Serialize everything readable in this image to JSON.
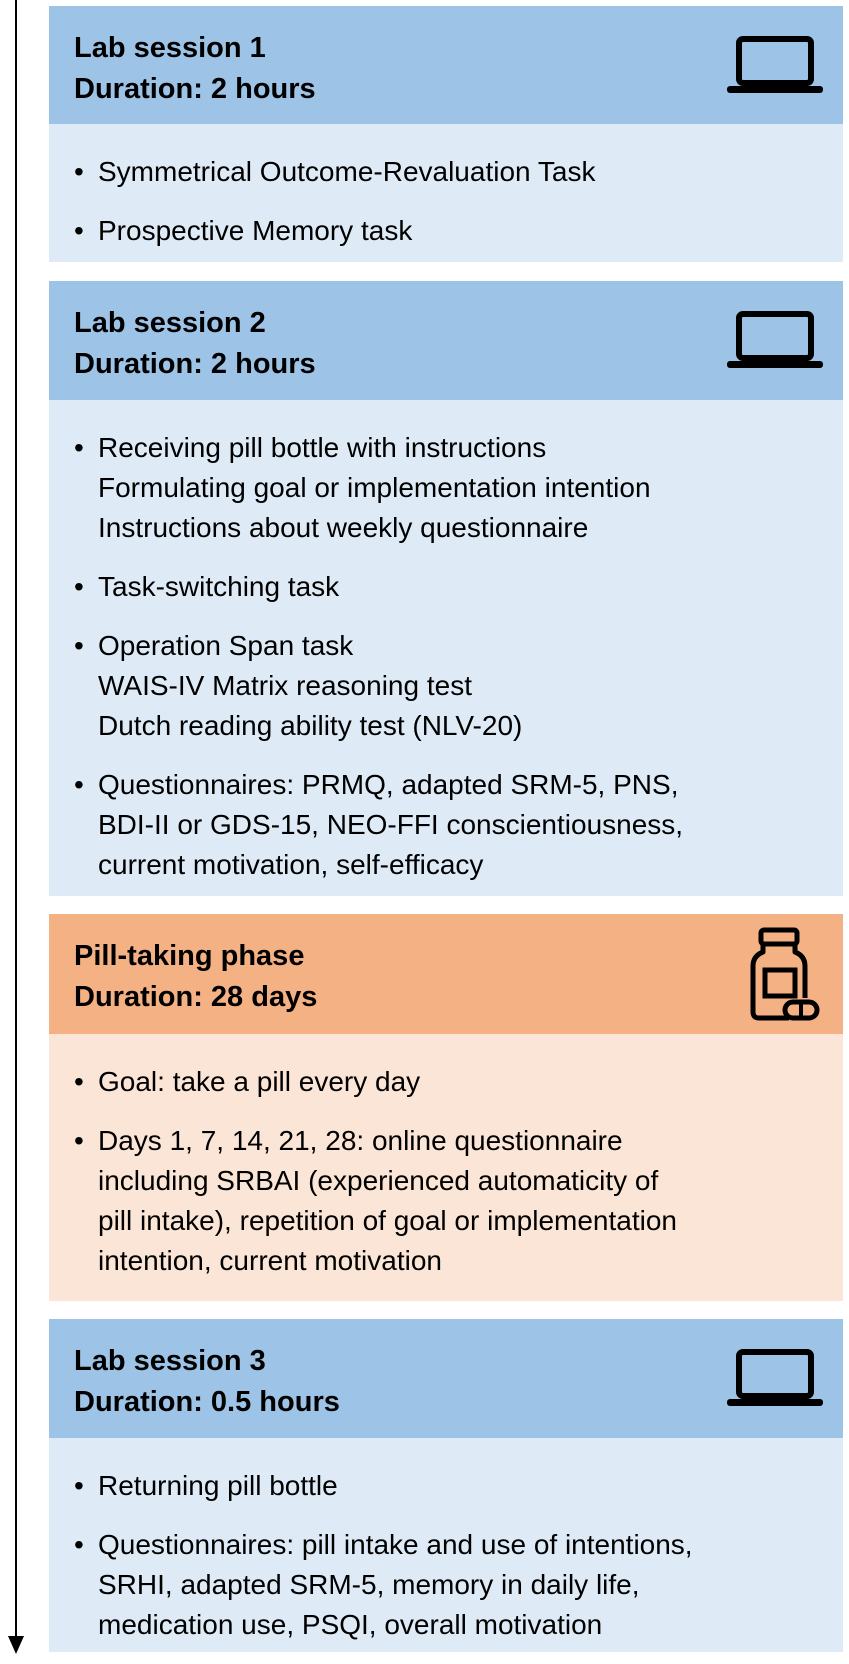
{
  "timeline": {
    "direction": "down",
    "icon": "arrow-down-icon"
  },
  "sections": [
    {
      "title": "Lab session 1",
      "duration": "Duration: 2 hours",
      "icon": "laptop-icon",
      "color": "#9dc3e6",
      "body_color": "#deebf7",
      "items": [
        {
          "lines": [
            "Symmetrical Outcome-Revaluation Task"
          ]
        },
        {
          "lines": [
            "Prospective Memory task"
          ]
        }
      ]
    },
    {
      "title": "Lab session 2",
      "duration": "Duration: 2 hours",
      "icon": "laptop-icon",
      "color": "#9dc3e6",
      "body_color": "#deebf7",
      "items": [
        {
          "lines": [
            "Receiving pill bottle with instructions",
            "Formulating goal or implementation intention",
            "Instructions about weekly questionnaire"
          ]
        },
        {
          "lines": [
            "Task-switching task"
          ]
        },
        {
          "lines": [
            "Operation Span task",
            "WAIS-IV Matrix reasoning test",
            "Dutch reading ability test (NLV-20)"
          ]
        },
        {
          "lines": [
            "Questionnaires: PRMQ, adapted SRM-5, PNS,",
            "BDI-II or GDS-15, NEO-FFI conscientiousness,",
            "current motivation, self-efficacy"
          ]
        }
      ]
    },
    {
      "title": "Pill-taking phase",
      "duration": "Duration: 28 days",
      "icon": "pill-bottle-icon",
      "color": "#f4b183",
      "body_color": "#fbe5d6",
      "items": [
        {
          "lines": [
            "Goal: take a pill every day"
          ]
        },
        {
          "lines": [
            "Days 1, 7, 14, 21, 28: online questionnaire",
            "including SRBAI (experienced automaticity of",
            "pill intake), repetition of goal or implementation",
            "intention, current motivation"
          ]
        }
      ]
    },
    {
      "title": "Lab session 3",
      "duration": "Duration: 0.5 hours",
      "icon": "laptop-icon",
      "color": "#9dc3e6",
      "body_color": "#deebf7",
      "items": [
        {
          "lines": [
            "Returning pill bottle"
          ]
        },
        {
          "lines": [
            "Questionnaires: pill intake and use of intentions,",
            "SRHI, adapted SRM-5, memory in daily life,",
            "medication use, PSQI, overall motivation"
          ]
        }
      ]
    }
  ]
}
